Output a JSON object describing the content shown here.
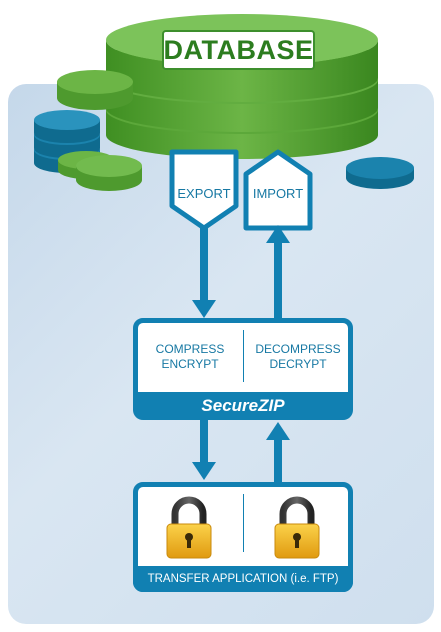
{
  "database": {
    "label": "DATABASE"
  },
  "export": {
    "label": "EXPORT"
  },
  "import": {
    "label": "IMPORT"
  },
  "compress_box": {
    "left_line1": "COMPRESS",
    "left_line2": "ENCRYPT",
    "right_line1": "DECOMPRESS",
    "right_line2": "DECRYPT",
    "brand": "SecureZIP"
  },
  "transfer_box": {
    "label": "TRANSFER APPLICATION (i.e. FTP)"
  },
  "colors": {
    "green": "#5aa33a",
    "blue": "#1180b2",
    "gold": "#f2b21c"
  }
}
